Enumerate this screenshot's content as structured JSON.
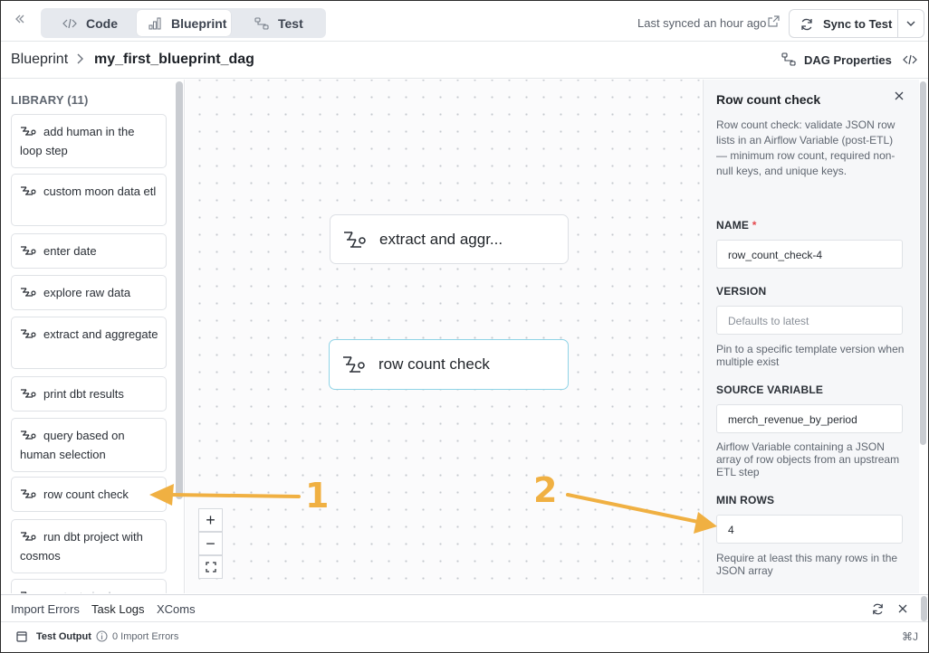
{
  "topbar": {
    "tabs": [
      {
        "label": "Code",
        "icon": "code-icon"
      },
      {
        "label": "Blueprint",
        "icon": "blueprint-icon"
      },
      {
        "label": "Test",
        "icon": "test-icon"
      }
    ],
    "active_tab": "Blueprint",
    "synced_text": "Last synced an hour ago",
    "sync_button_label": "Sync to Test"
  },
  "breadcrumb": {
    "root": "Blueprint",
    "current": "my_first_blueprint_dag",
    "dag_properties_label": "DAG Properties"
  },
  "library": {
    "title": "LIBRARY (11)",
    "items": [
      "add human in the loop step",
      "custom moon data etl",
      "enter date",
      "explore raw data",
      "extract and aggregate",
      "print dbt results",
      "query based on human selection",
      "row count check",
      "run dbt project with cosmos",
      "run tests in dag"
    ]
  },
  "canvas": {
    "nodes": [
      {
        "label": "extract and aggr...",
        "selected": false
      },
      {
        "label": "row count check",
        "selected": true
      }
    ],
    "zoom_in": "+",
    "zoom_out": "−",
    "fit": "⛶"
  },
  "panel": {
    "title": "Row count check",
    "description": "Row count check: validate JSON row lists in an Airflow Variable (post-ETL) — minimum row count, required non-null keys, and unique keys.",
    "name_label": "NAME",
    "name_required": "*",
    "name_value": "row_count_check-4",
    "version_label": "VERSION",
    "version_placeholder": "Defaults to latest",
    "version_help": "Pin to a specific template version when multiple exist",
    "source_label": "SOURCE VARIABLE",
    "source_value": "merch_revenue_by_period",
    "source_help": "Airflow Variable containing a JSON array of row objects from an upstream ETL step",
    "min_rows_label": "MIN ROWS",
    "min_rows_value": "4",
    "min_rows_help": "Require at least this many rows in the JSON array"
  },
  "bottom": {
    "tabs": [
      "Import Errors",
      "Task Logs",
      "XComs"
    ],
    "active_tab": "Task Logs",
    "test_output_label": "Test Output",
    "import_errors_status": "0 Import Errors",
    "shortcut": "⌘J"
  },
  "annotations": {
    "marker_1": "1",
    "marker_2": "2"
  },
  "colors": {
    "accent_selected_border": "#8fd3e6",
    "annotation": "#f0b042",
    "required": "#e5484d"
  }
}
